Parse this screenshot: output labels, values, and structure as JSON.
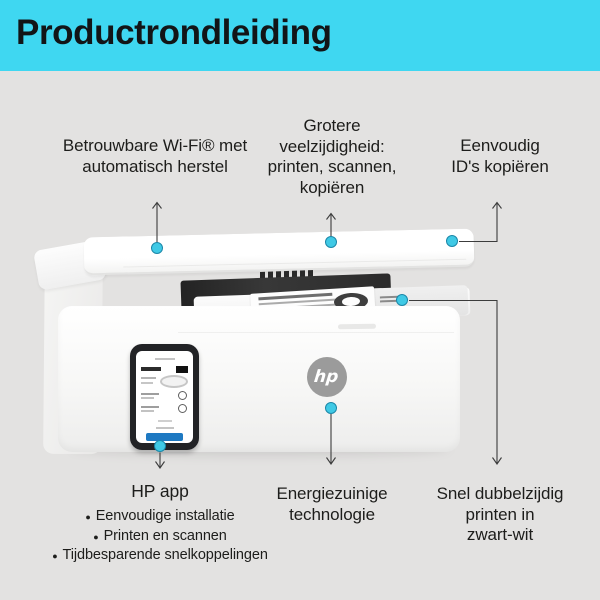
{
  "header": {
    "title": "Productrondleiding"
  },
  "colors": {
    "header_bg": "#3FD7F1",
    "page_bg": "#E3E2E1",
    "text": "#1D1D1B",
    "title_text": "#121517",
    "line": "#3C3C3C",
    "dot_fill": "#3FC9E5",
    "dot_border": "#1B87A8",
    "logo_gray": "#9B9B9B",
    "btn_blue": "#1E79C2"
  },
  "icons": {
    "callout_dot": "cyan-circle-marker",
    "connector": "thin-arrow-line",
    "hp_logo": "hp-circle-logo"
  },
  "callouts": {
    "wifi": {
      "lines": [
        "Betrouwbare Wi-Fi® met",
        "automatisch herstel"
      ]
    },
    "versatility": {
      "lines": [
        "Grotere",
        "veelzijdigheid:",
        "printen, scannen,",
        "kopiëren"
      ]
    },
    "id_copy": {
      "lines": [
        "Eenvoudig",
        "ID's kopiëren"
      ]
    },
    "energy": {
      "lines": [
        "Energiezuinige",
        "technologie"
      ]
    },
    "duplex": {
      "lines": [
        "Snel dubbelzijdig",
        "printen in",
        "zwart-wit"
      ]
    },
    "hp_app": {
      "title": "HP app",
      "bullet_glyph": "●",
      "bullets": [
        "Eenvoudige installatie",
        "Printen en scannen",
        "Tijdbesparende snelkoppelingen"
      ]
    }
  },
  "printer": {
    "logo_text": "hp"
  }
}
